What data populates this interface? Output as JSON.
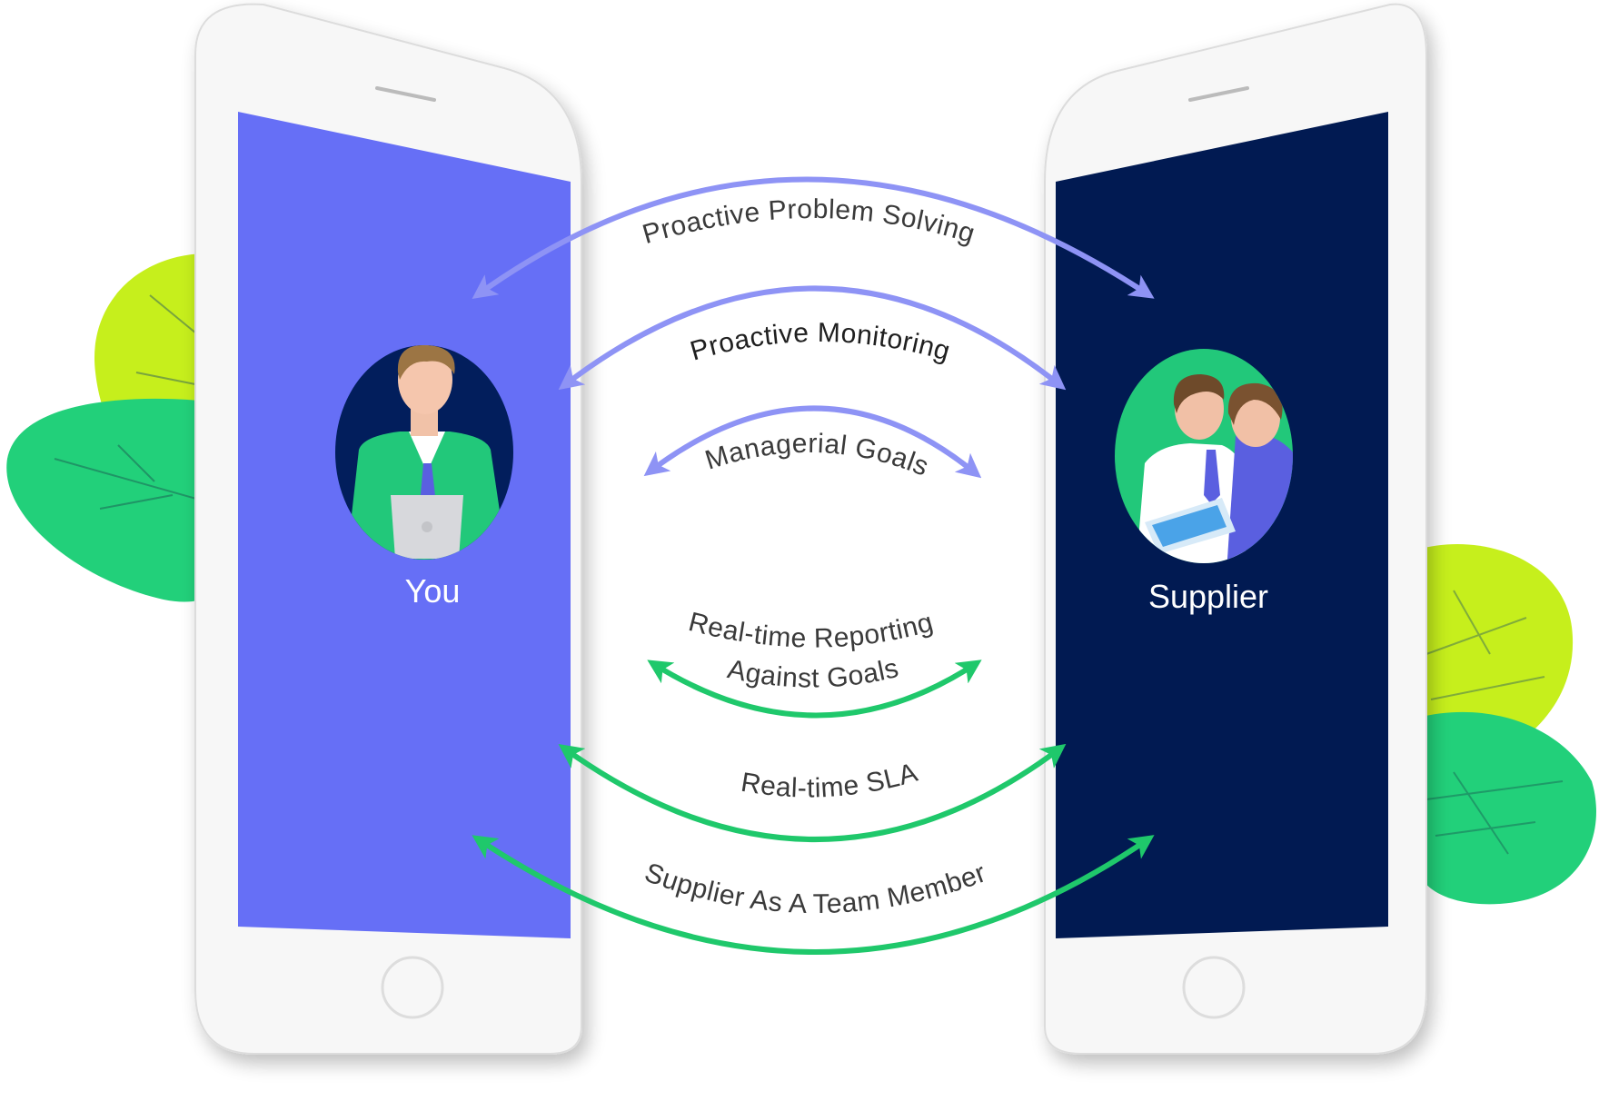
{
  "colors": {
    "you_screen": "#666ff6",
    "supplier_screen": "#011a52",
    "arrow_purple": "#8e93f5",
    "arrow_green": "#1fc86b",
    "leaf_lime": "#c6ef1c",
    "leaf_green": "#22d07a",
    "phone_body": "#f6f6f6",
    "avatar_bg_you": "#021e5c",
    "avatar_bg_supplier": "#22c87a"
  },
  "parties": {
    "you": {
      "label": "You",
      "icon": "person-with-laptop-icon"
    },
    "supplier": {
      "label": "Supplier",
      "icon": "two-people-with-tablet-icon"
    }
  },
  "arrows": [
    {
      "label": "Proactive Problem Solving",
      "color": "purple"
    },
    {
      "label": "Proactive Monitoring",
      "color": "purple"
    },
    {
      "label": "Managerial Goals",
      "color": "purple"
    },
    {
      "label_line1": "Real-time Reporting",
      "label_line2": "Against Goals",
      "color": "green"
    },
    {
      "label": "Real-time SLA",
      "color": "green"
    },
    {
      "label": "Supplier As A Team Member",
      "color": "green"
    }
  ]
}
